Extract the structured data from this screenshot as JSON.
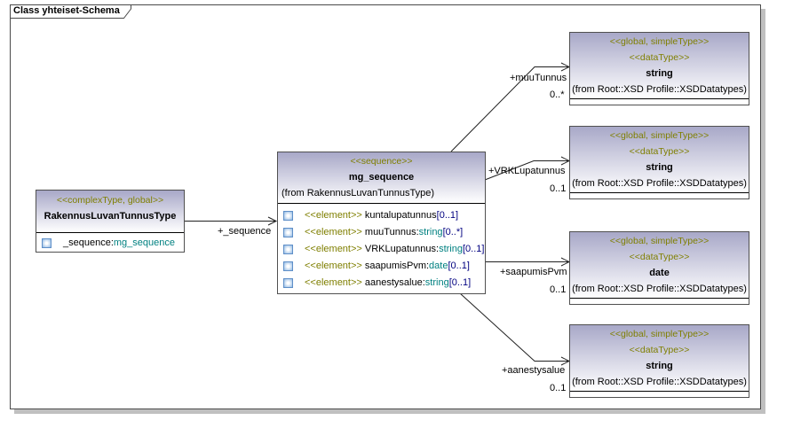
{
  "frame": {
    "title": "Class yhteiset-Schema"
  },
  "classes": {
    "rakennus": {
      "stereotype": "<<complexType, global>>",
      "name": "RakennusLuvanTunnusType",
      "attributes": [
        {
          "name": "_sequence",
          "sep": ":",
          "type": "mg_sequence",
          "icon": "attribute-icon"
        }
      ]
    },
    "sequence": {
      "stereotype": "<<sequence>>",
      "name": "mg_sequence",
      "from": "(from RakennusLuvanTunnusType)",
      "attributes": [
        {
          "stereo": "<<element>>",
          "name": " kuntalupatunnus",
          "sep": "",
          "type": "",
          "mult": "[0..1]"
        },
        {
          "stereo": "<<element>>",
          "name": " muuTunnus",
          "sep": ":",
          "type": "string",
          "mult": "[0..*]"
        },
        {
          "stereo": "<<element>>",
          "name": " VRKLupatunnus",
          "sep": ":",
          "type": "string",
          "mult": "[0..1]"
        },
        {
          "stereo": "<<element>>",
          "name": " saapumisPvm",
          "sep": ":",
          "type": "date",
          "mult": "[0..1]"
        },
        {
          "stereo": "<<element>>",
          "name": " aanestysalue",
          "sep": ":",
          "type": "string",
          "mult": "[0..1]"
        }
      ]
    },
    "datatypes": [
      {
        "stereotype1": "<<global, simpleType>>",
        "stereotype2": "<<dataType>>",
        "name": "string",
        "from": "(from Root::XSD Profile::XSDDatatypes)"
      },
      {
        "stereotype1": "<<global, simpleType>>",
        "stereotype2": "<<dataType>>",
        "name": "string",
        "from": "(from Root::XSD Profile::XSDDatatypes)"
      },
      {
        "stereotype1": "<<global, simpleType>>",
        "stereotype2": "<<dataType>>",
        "name": "date",
        "from": "(from Root::XSD Profile::XSDDatatypes)"
      },
      {
        "stereotype1": "<<global, simpleType>>",
        "stereotype2": "<<dataType>>",
        "name": "string",
        "from": "(from Root::XSD Profile::XSDDatatypes)"
      }
    ]
  },
  "associations": [
    {
      "role": "+_sequence",
      "multiplicity": ""
    },
    {
      "role": "+muuTunnus",
      "multiplicity": "0..*"
    },
    {
      "role": "+VRKLupatunnus",
      "multiplicity": "0..1"
    },
    {
      "role": "+saapumisPvm",
      "multiplicity": "0..1"
    },
    {
      "role": "+aanestysalue",
      "multiplicity": "0..1"
    }
  ],
  "colors": {
    "stereotype": "#7f7f00",
    "type": "#008080",
    "multiplicity": "#000080",
    "header_gradient_top": "#a8a8c8"
  }
}
